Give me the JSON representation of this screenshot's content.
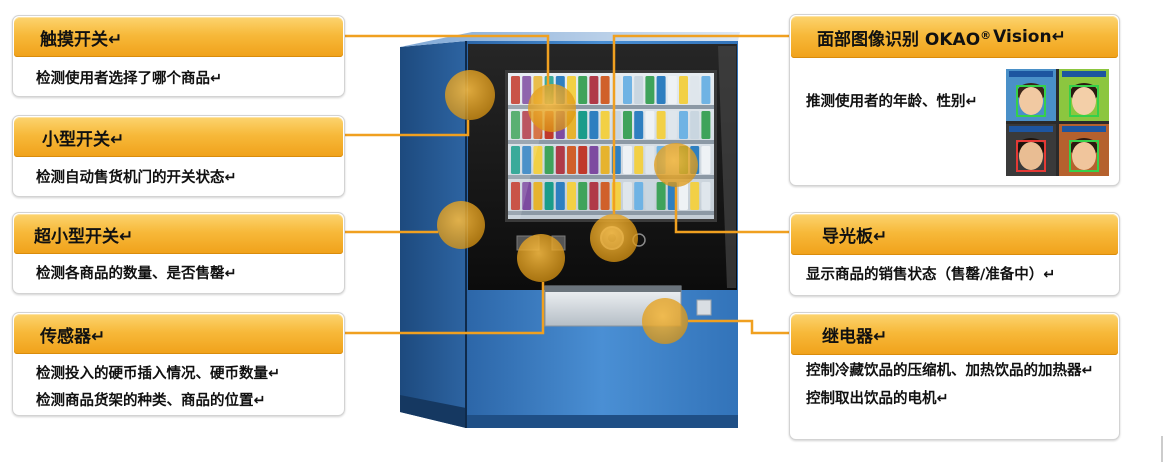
{
  "callouts_left": [
    {
      "title": "触摸开关↵",
      "lines": [
        "检测使用者选择了哪个商品↵"
      ]
    },
    {
      "title": "小型开关↵",
      "lines": [
        "检测自动售货机门的开关状态↵"
      ]
    },
    {
      "title": "超小型开关↵",
      "lines": [
        "检测各商品的数量、是否售罄↵"
      ]
    },
    {
      "title": "传感器↵",
      "lines": [
        "检测投入的硬币插入情况、硬币数量↵",
        "检测商品货架的种类、商品的位置↵"
      ]
    }
  ],
  "callouts_right": [
    {
      "title_prefix": "面部图像识别 OKAO",
      "title_sup": "®",
      "title_suffix": " Vision↵",
      "lines": [
        "推测使用者的年龄、性别↵"
      ]
    },
    {
      "title": "导光板↵",
      "lines": [
        "显示商品的销售状态（售罄/准备中）↵"
      ]
    },
    {
      "title": "继电器↵",
      "lines": [
        "控制冷藏饮品的压缩机、加热饮品的加热器↵",
        "控制取出饮品的电机↵"
      ]
    }
  ],
  "colors": {
    "header": "#f5a623",
    "highlight": "#e8a317",
    "connector": "#f0a020",
    "machine_blue": "#3b7cc4"
  },
  "icons": {
    "face_samples": "face-detection-photo"
  }
}
